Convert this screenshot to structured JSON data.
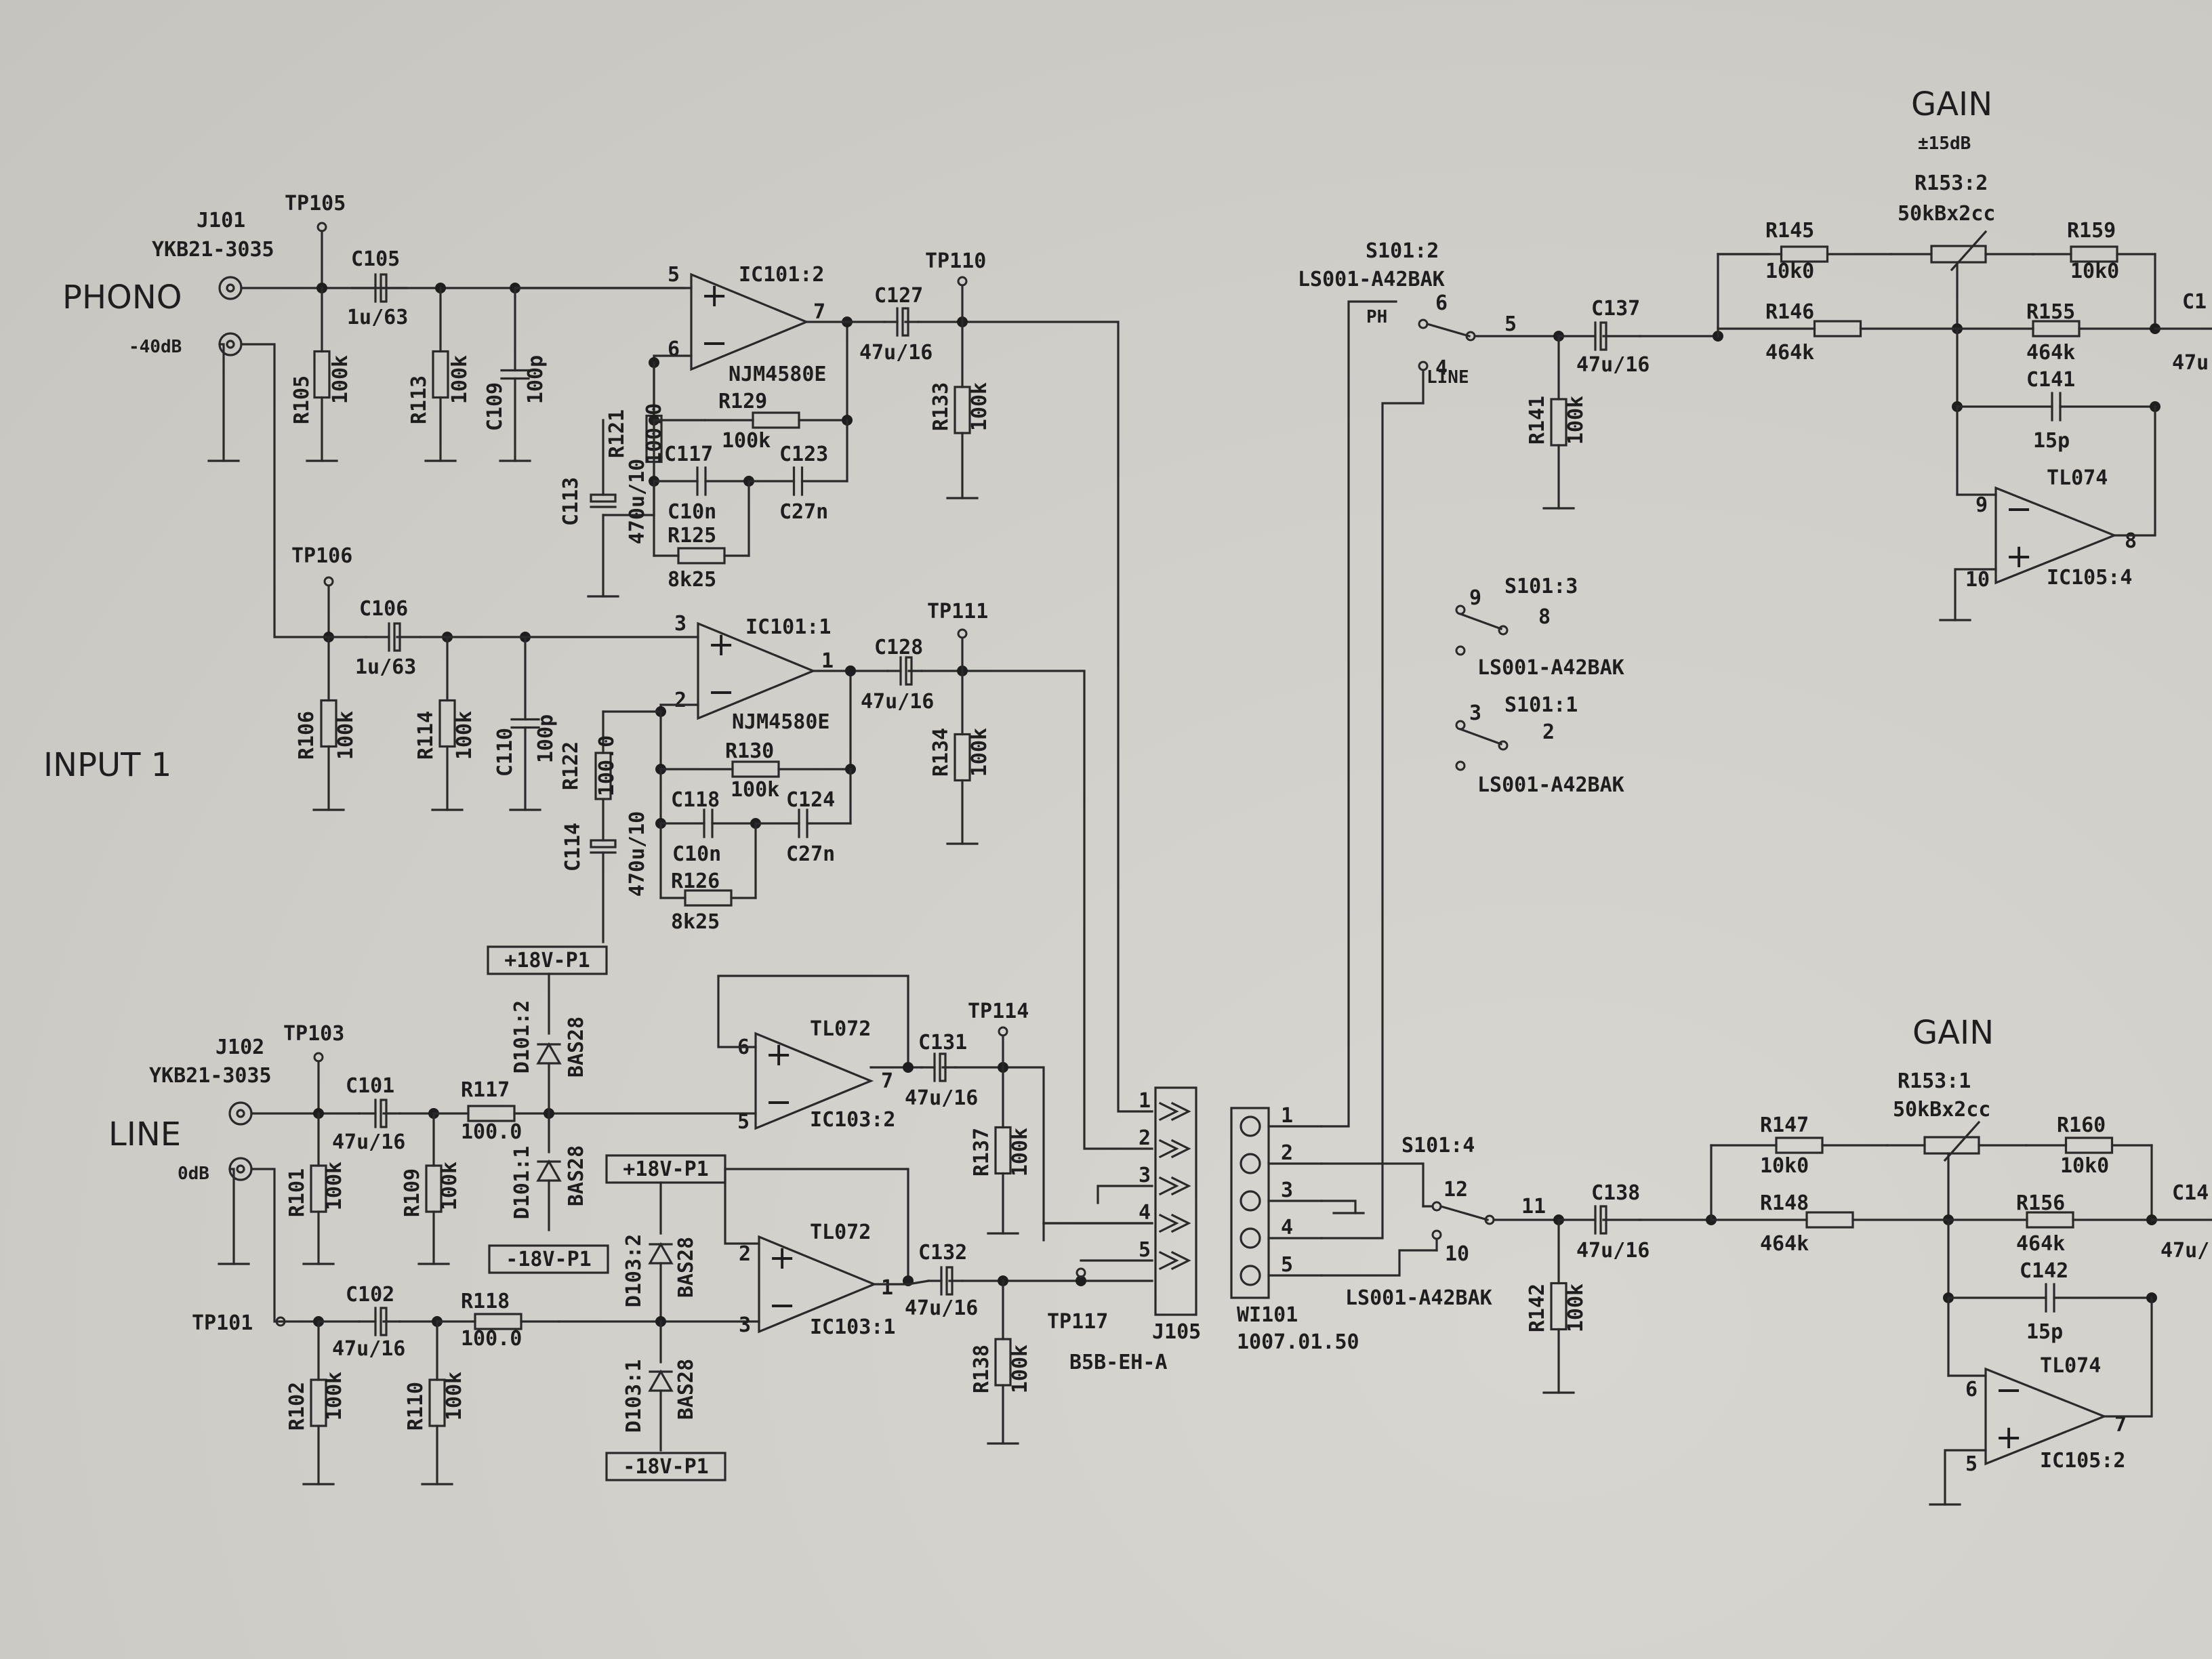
{
  "labels": {
    "input_title": "INPUT 1",
    "phono": "PHONO",
    "phono_level": "-40dB",
    "line": "LINE",
    "line_level": "0dB",
    "j101": "J101",
    "j101_part": "YKB21-3035",
    "j102": "J102",
    "j102_part": "YKB21-3035",
    "gain_top": "GAIN",
    "gain_range": "±15dB",
    "gain_bottom": "GAIN",
    "tp105": "TP105",
    "tp106": "TP106",
    "tp110": "TP110",
    "tp111": "TP111",
    "tp103": "TP103",
    "tp101": "TP101",
    "tp114": "TP114",
    "tp117": "TP117",
    "c105": "C105",
    "c105_v": "1u/63",
    "c106": "C106",
    "c106_v": "1u/63",
    "r105": "R105",
    "r105_v": "100k",
    "r113": "R113",
    "r113_v": "100k",
    "c109": "C109",
    "c109_v": "100p",
    "r106": "R106",
    "r106_v": "100k",
    "r114": "R114",
    "r114_v": "100k",
    "c110": "C110",
    "c110_v": "100p",
    "ic101_2": "IC101:2",
    "ic101_1": "IC101:1",
    "njm_a": "NJM4580E",
    "njm_b": "NJM4580E",
    "r121": "R121",
    "r121_v": "100.0",
    "r122": "R122",
    "r122_v": "100.0",
    "c113": "C113",
    "c113_v": "470u/10",
    "c114": "C114",
    "c114_v": "470u/10",
    "r129": "R129",
    "r129_v": "100k",
    "r130": "R130",
    "r130_v": "100k",
    "c117": "C117",
    "c117_v": "C10n",
    "c123": "C123",
    "c123_v": "C27n",
    "c118": "C118",
    "c118_v": "C10n",
    "c124": "C124",
    "c124_v": "C27n",
    "r125": "R125",
    "r125_v": "8k25",
    "r126": "R126",
    "r126_v": "8k25",
    "c127": "C127",
    "c127_v": "47u/16",
    "c128": "C128",
    "c128_v": "47u/16",
    "r133": "R133",
    "r133_v": "100k",
    "r134": "R134",
    "r134_v": "100k",
    "pwr_p1": "+18V-P1",
    "pwr_p2": "+18V-P1",
    "pwr_n1": "-18V-P1",
    "pwr_n2": "-18V-P1",
    "d101_2": "D101:2",
    "d101_1": "D101:1",
    "d103_2": "D103:2",
    "d103_1": "D103:1",
    "bas28": "BAS28",
    "c101": "C101",
    "c101_v": "47u/16",
    "c102": "C102",
    "c102_v": "47u/16",
    "r117": "R117",
    "r117_v": "100.0",
    "r118": "R118",
    "r118_v": "100.0",
    "r101": "R101",
    "r101_v": "100k",
    "r109": "R109",
    "r109_v": "100k",
    "r102": "R102",
    "r102_v": "100k",
    "r110": "R110",
    "r110_v": "100k",
    "tl072": "TL072",
    "ic103_2": "IC103:2",
    "ic103_1": "IC103:1",
    "c131": "C131",
    "c131_v": "47u/16",
    "c132": "C132",
    "c132_v": "47u/16",
    "r137": "R137",
    "r137_v": "100k",
    "r138": "R138",
    "r138_v": "100k",
    "j105": "J105",
    "j105_part": "B5B-EH-A",
    "wi101": "WI101",
    "wi101_part": "1007.01.50",
    "s101_2": "S101:2",
    "s101_2_part": "LS001-A42BAK",
    "ph": "PH",
    "line_sw": "LINE",
    "s101_3": "S101:3",
    "s101_3_part": "LS001-A42BAK",
    "s101_1": "S101:1",
    "s101_1_part": "LS001-A42BAK",
    "s101_4": "S101:4",
    "s101_4_part": "LS001-A42BAK",
    "c137": "C137",
    "c137_v": "47u/16",
    "c138": "C138",
    "c138_v": "47u/16",
    "r141": "R141",
    "r141_v": "100k",
    "r142": "R142",
    "r142_v": "100k",
    "r145": "R145",
    "r145_v": "10k0",
    "r146": "R146",
    "r146_v": "464k",
    "r147": "R147",
    "r147_v": "10k0",
    "r148": "R148",
    "r148_v": "464k",
    "r153_2": "R153:2",
    "r153_2_v": "50kBx2cc",
    "r153_1": "R153:1",
    "r153_1_v": "50kBx2cc",
    "r159": "R159",
    "r159_v": "10k0",
    "r160": "R160",
    "r160_v": "10k0",
    "r155": "R155",
    "r155_v": "464k",
    "r156": "R156",
    "r156_v": "464k",
    "c141": "C141",
    "c141_v": "15p",
    "c142": "C142",
    "c142_v": "15p",
    "tl074": "TL074",
    "ic105_4": "IC105:4",
    "ic105_2": "IC105:2",
    "c_edge_top": "C1",
    "c_edge_top_v": "47u",
    "c_edge_bot": "C14",
    "c_edge_bot_v": "47u/"
  },
  "pins": {
    "n1": "1",
    "n2": "2",
    "n3": "3",
    "n4": "4",
    "n5": "5",
    "n6": "6",
    "n7": "7",
    "n8": "8",
    "n9": "9",
    "n10": "10",
    "n11": "11",
    "n12": "12"
  }
}
